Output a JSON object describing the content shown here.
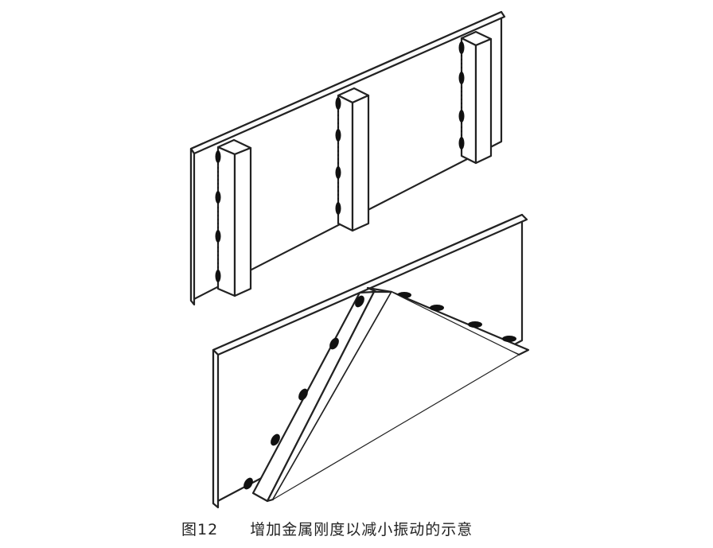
{
  "caption": {
    "figure_number": "图12",
    "title": "增加金属刚度以减小振动的示意"
  },
  "colors": {
    "line": "#222222",
    "weld": "#111111",
    "background": "#ffffff"
  },
  "parts": {
    "upper": {
      "panel": "flat-plate",
      "stiffeners": "vertical-bars",
      "stiffener_count": 3,
      "welds": "stitch-welds"
    },
    "lower": {
      "panel": "flat-plate",
      "stiffener": "diagonal-angle-brace",
      "welds": "stitch-welds"
    }
  }
}
